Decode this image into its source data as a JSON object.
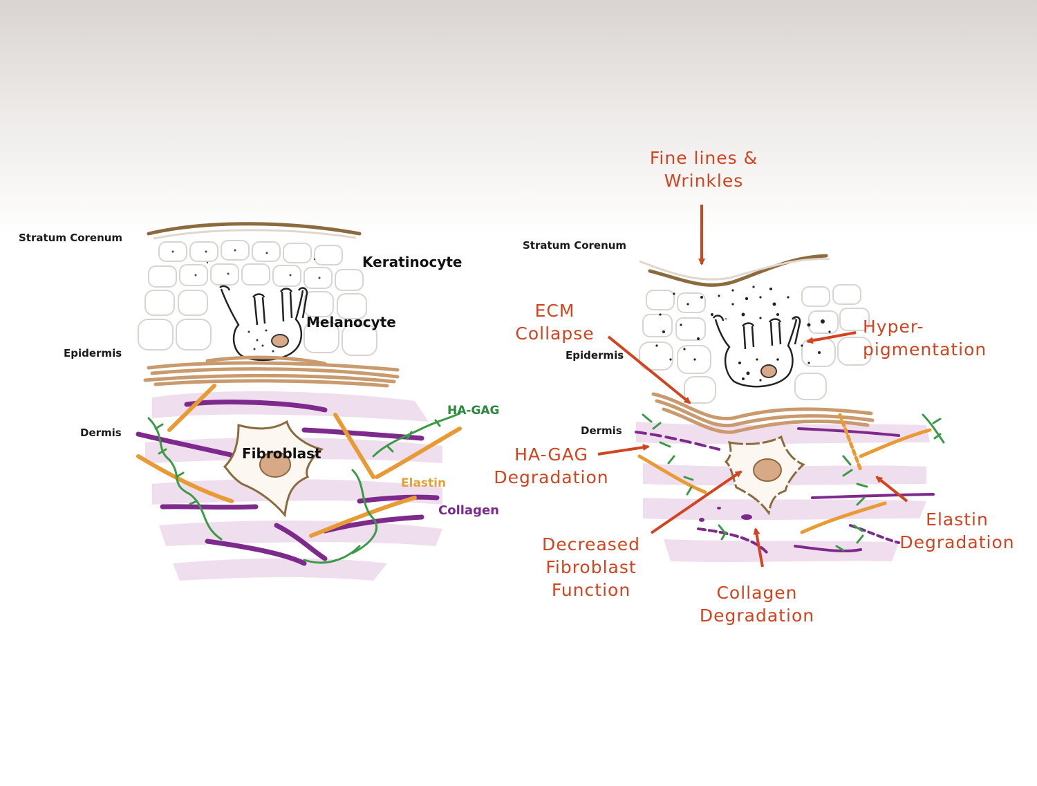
{
  "left_panel": {
    "layers": {
      "stratum": "Stratum Corenum",
      "epidermis": "Epidermis",
      "dermis": "Dermis"
    },
    "cells": {
      "keratinocyte": "Keratinocyte",
      "melanocyte": "Melanocyte",
      "fibroblast": "Fibroblast"
    },
    "components": {
      "hagag": "HA-GAG",
      "elastin": "Elastin",
      "collagen": "Collagen"
    }
  },
  "right_panel": {
    "layers": {
      "stratum": "Stratum Corenum",
      "epidermis": "Epidermis",
      "dermis": "Dermis"
    },
    "callouts": {
      "fine_lines": [
        "Fine lines &",
        "Wrinkles"
      ],
      "ecm_collapse": [
        "ECM",
        "Collapse"
      ],
      "hyperpigmentation": [
        "Hyper-",
        "pigmentation"
      ],
      "hagag_degradation": [
        "HA-GAG",
        "Degradation"
      ],
      "decreased_fibroblast": [
        "Decreased",
        "Fibroblast",
        "Function"
      ],
      "collagen_degradation": [
        "Collagen",
        "Degradation"
      ],
      "elastin_degradation": [
        "Elastin",
        "Degradation"
      ]
    }
  },
  "colors": {
    "callout_red": "#d0451f",
    "stratum_brown": "#8b6a3e",
    "basement_tan": "#c99a6e",
    "collagen_purple": "#7d2a8c",
    "elastin_orange": "#e89b35",
    "hagag_green": "#3a9a46",
    "dermis_pink": "#e8cde6"
  }
}
